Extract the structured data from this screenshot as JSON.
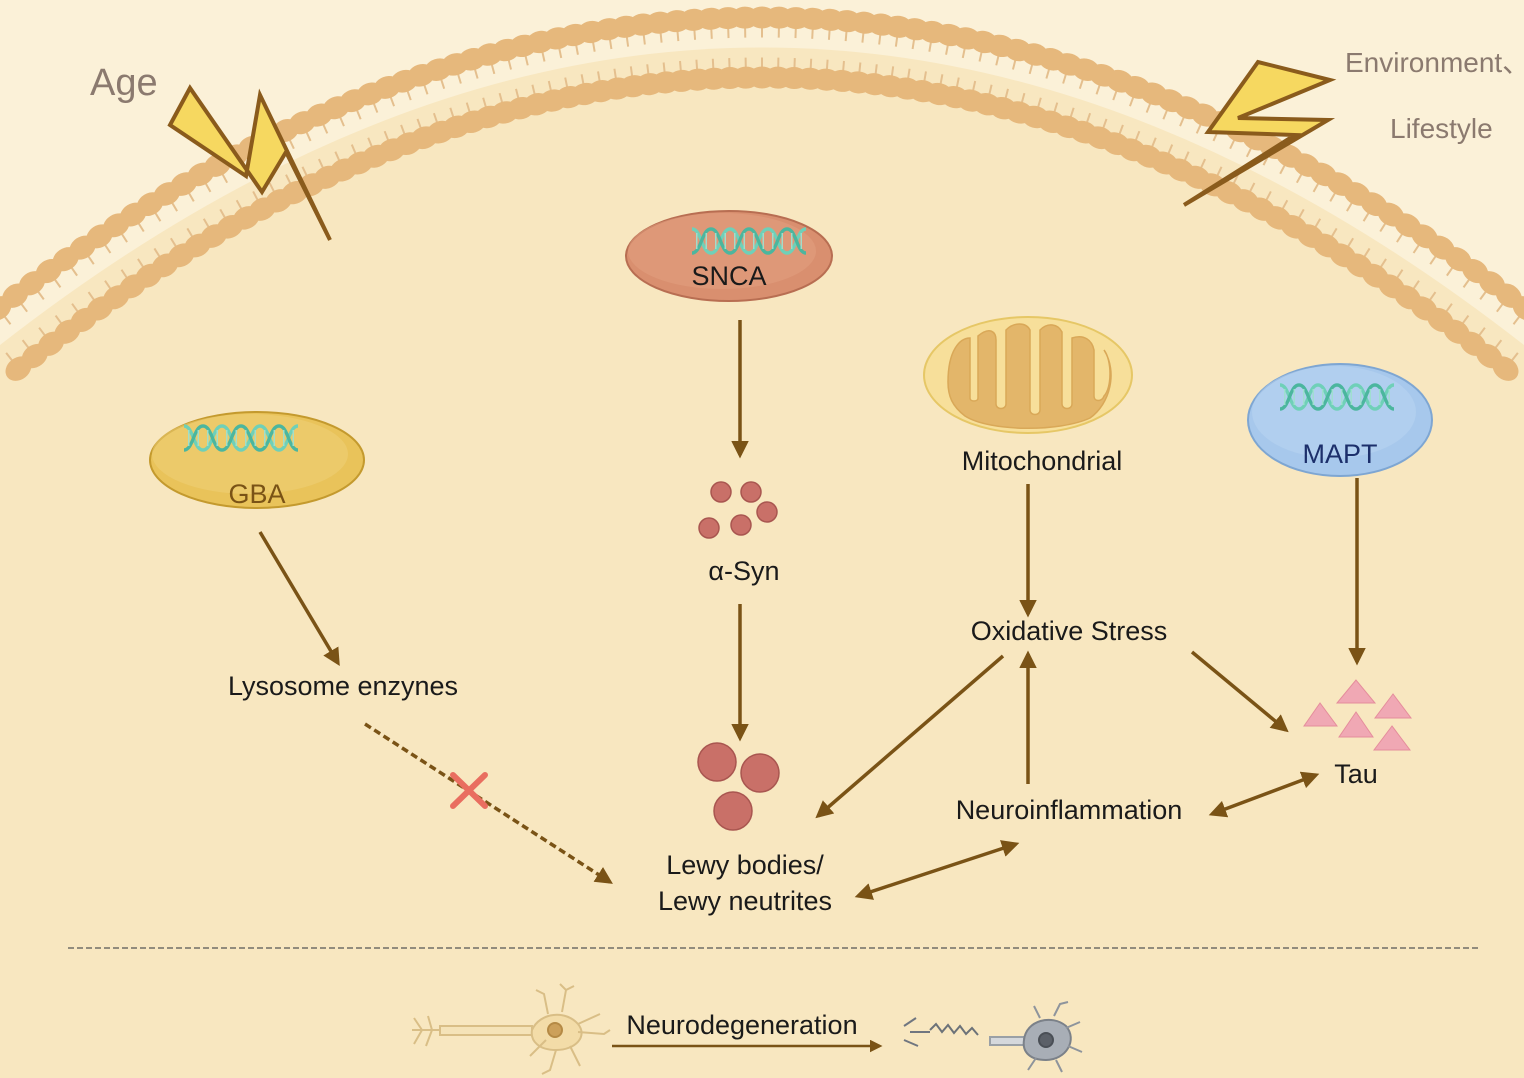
{
  "factors": {
    "age": "Age",
    "environment": "Environment、",
    "lifestyle": "Lifestyle"
  },
  "genes": {
    "snca": "SNCA",
    "gba": "GBA",
    "mapt": "MAPT"
  },
  "nodes": {
    "mitochondrial": "Mitochondrial",
    "alpha_syn": "α-Syn",
    "lysosome": "Lysosome enzynes",
    "oxidative_stress": "Oxidative Stress",
    "tau": "Tau",
    "neuroinflammation": "Neuroinflammation",
    "lewy_line1": "Lewy bodies/",
    "lewy_line2": "Lewy neutrites"
  },
  "footer": {
    "neurodegeneration": "Neurodegeneration"
  },
  "colors": {
    "background": "#fbf1d8",
    "cell_fill": "#f8e7c0",
    "lipid_head": "#e6b87c",
    "arrow": "#7a5316",
    "bolt_fill": "#f6d860",
    "bolt_stroke": "#8a5b1c",
    "snca_fill": "#d98f6f",
    "gba_fill": "#e9c35a",
    "mapt_fill": "#a7c8ec",
    "dna": "#6fd0b8",
    "alpha_syn_dots": "#c97068",
    "tau_triangles": "#f0a8b4",
    "inhibit_cross": "#e96e60"
  }
}
